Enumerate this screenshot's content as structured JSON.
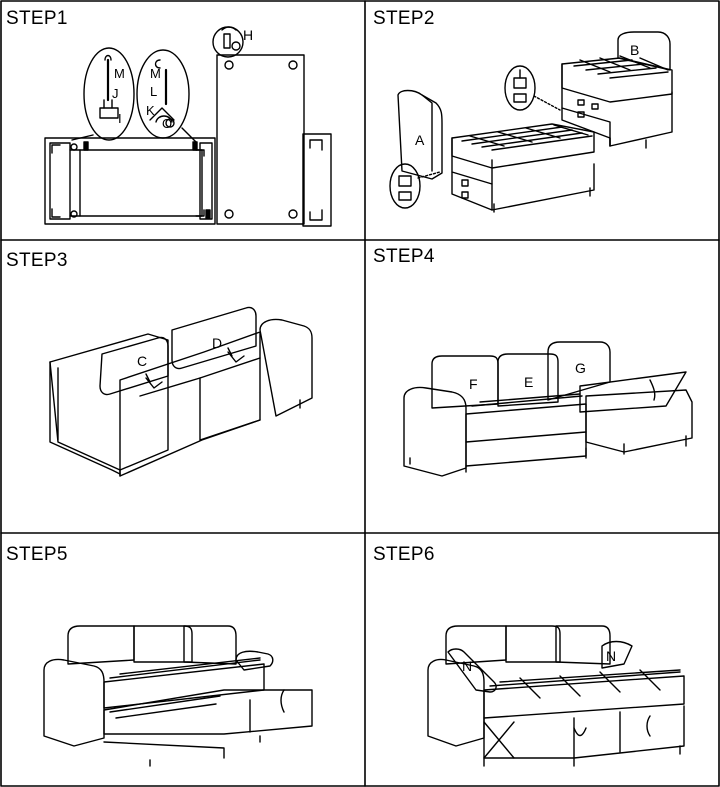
{
  "steps": [
    {
      "title": "STEP1",
      "parts": [
        "H",
        "M",
        "J",
        "I",
        "M",
        "L",
        "K",
        "O"
      ]
    },
    {
      "title": "STEP2",
      "parts": [
        "A",
        "B"
      ]
    },
    {
      "title": "STEP3",
      "parts": [
        "C",
        "D"
      ]
    },
    {
      "title": "STEP4",
      "parts": [
        "F",
        "E",
        "G"
      ]
    },
    {
      "title": "STEP5",
      "parts": []
    },
    {
      "title": "STEP6",
      "parts": [
        "N",
        "N"
      ]
    }
  ]
}
